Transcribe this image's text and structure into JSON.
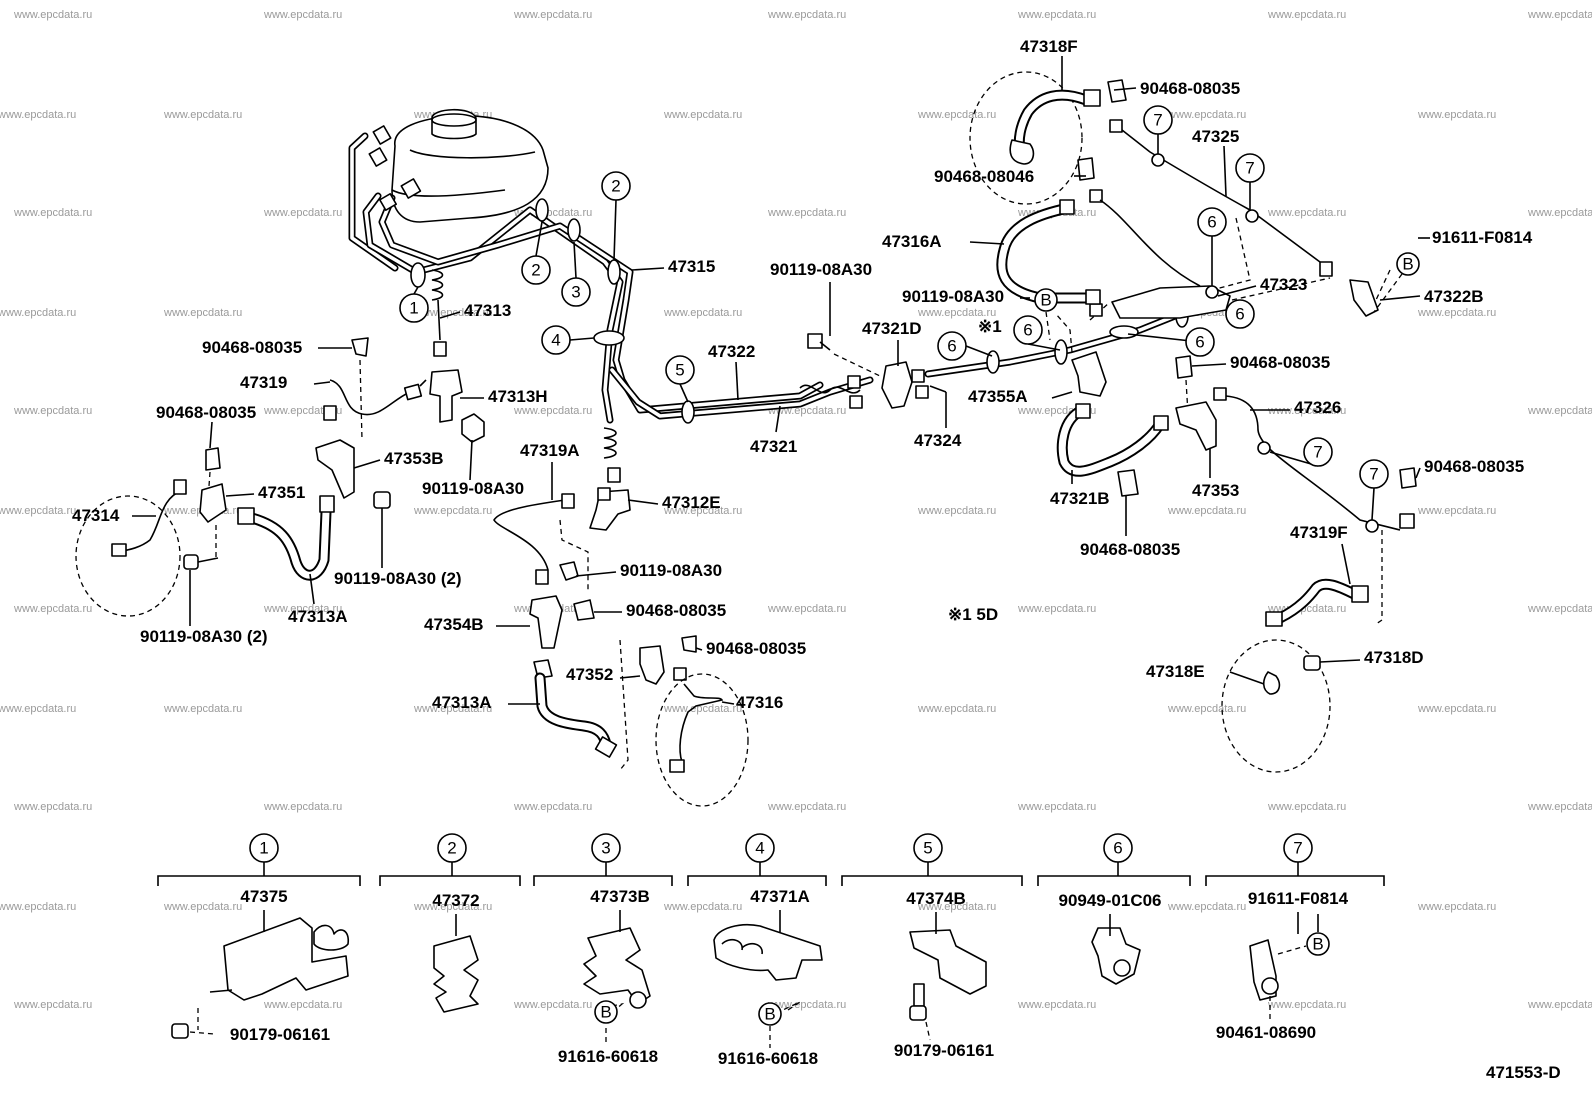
{
  "watermark": "www.epcdata.ru",
  "catalog_code": "471553-D",
  "note": "※1 5D",
  "note_marker": "※1",
  "callout_numbers": [
    "1",
    "2",
    "3",
    "4",
    "5",
    "6",
    "7"
  ],
  "callout_letter": "B",
  "part_labels": [
    "47318F",
    "90468-08035",
    "47325",
    "90468-08046",
    "47316A",
    "91611-F0814",
    "47323",
    "47322B",
    "90119-08A30",
    "47321D",
    "47315",
    "47313",
    "90468-08035",
    "47322",
    "47319",
    "47313H",
    "90468-08035",
    "47353B",
    "47321",
    "47324",
    "47355A",
    "90468-08035",
    "47326",
    "47319A",
    "90119-08A30",
    "47351",
    "47312E",
    "47314",
    "90119-08A30 (2)",
    "47313A",
    "90119-08A30 (2)",
    "90119-08A30",
    "47354B",
    "90468-08035",
    "47352",
    "90468-08035",
    "47313A",
    "47316",
    "47321B",
    "47353",
    "90468-08035",
    "90468-08035",
    "47319F",
    "47318E",
    "47318D",
    "90119-08A30",
    "47316A"
  ],
  "legend": [
    {
      "num": "1",
      "part": "47375",
      "fasteners": [
        "90179-06161"
      ]
    },
    {
      "num": "2",
      "part": "47372",
      "fasteners": []
    },
    {
      "num": "3",
      "part": "47373B",
      "fasteners": [
        "91616-60618"
      ]
    },
    {
      "num": "4",
      "part": "47371A",
      "fasteners": [
        "91616-60618"
      ]
    },
    {
      "num": "5",
      "part": "47374B",
      "fasteners": [
        "90179-06161"
      ]
    },
    {
      "num": "6",
      "part": "90949-01C06",
      "fasteners": []
    },
    {
      "num": "7",
      "part": "91611-F0814",
      "fasteners": [
        "90461-08690"
      ]
    }
  ]
}
